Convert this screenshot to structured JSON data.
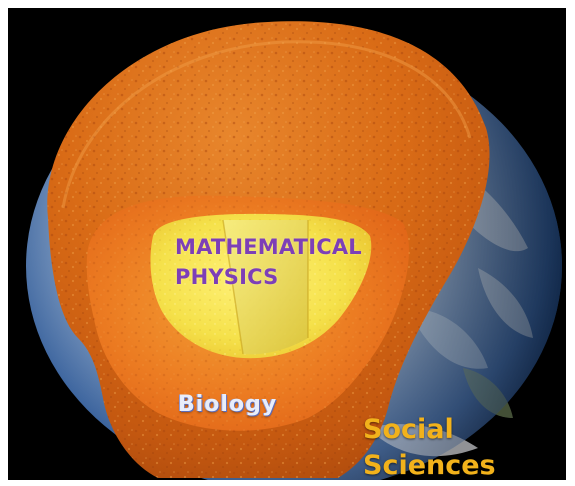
{
  "labels": {
    "core_line1": "MATHEMATICAL",
    "core_line2": "PHYSICS",
    "mantle": "Biology",
    "crust_line1": "Social",
    "crust_line2": "Sciences"
  },
  "colors": {
    "background": "#000000",
    "core_text": "#7d3fb7",
    "mantle_text": "#e9eefb",
    "crust_text": "#f2b21b",
    "orange_layer": "#e9731f",
    "core_yellow": "#f2e34d",
    "earth_blue": "#3b67a8"
  }
}
